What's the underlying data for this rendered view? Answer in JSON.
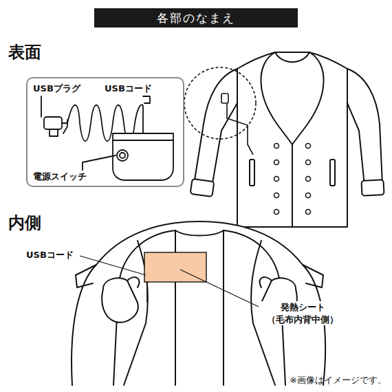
{
  "diagram": {
    "title": "各部のなまえ",
    "nodes": [
      {
        "text": [
          "USBプラグ",
          "USBコード",
          "電源スイッチ"
        ]
      }
    ],
    "labels": [
      "表面",
      "内側",
      "USBコード",
      "発熱シート （毛布内背中側）",
      "※画像はイメージです。"
    ]
  }
}
